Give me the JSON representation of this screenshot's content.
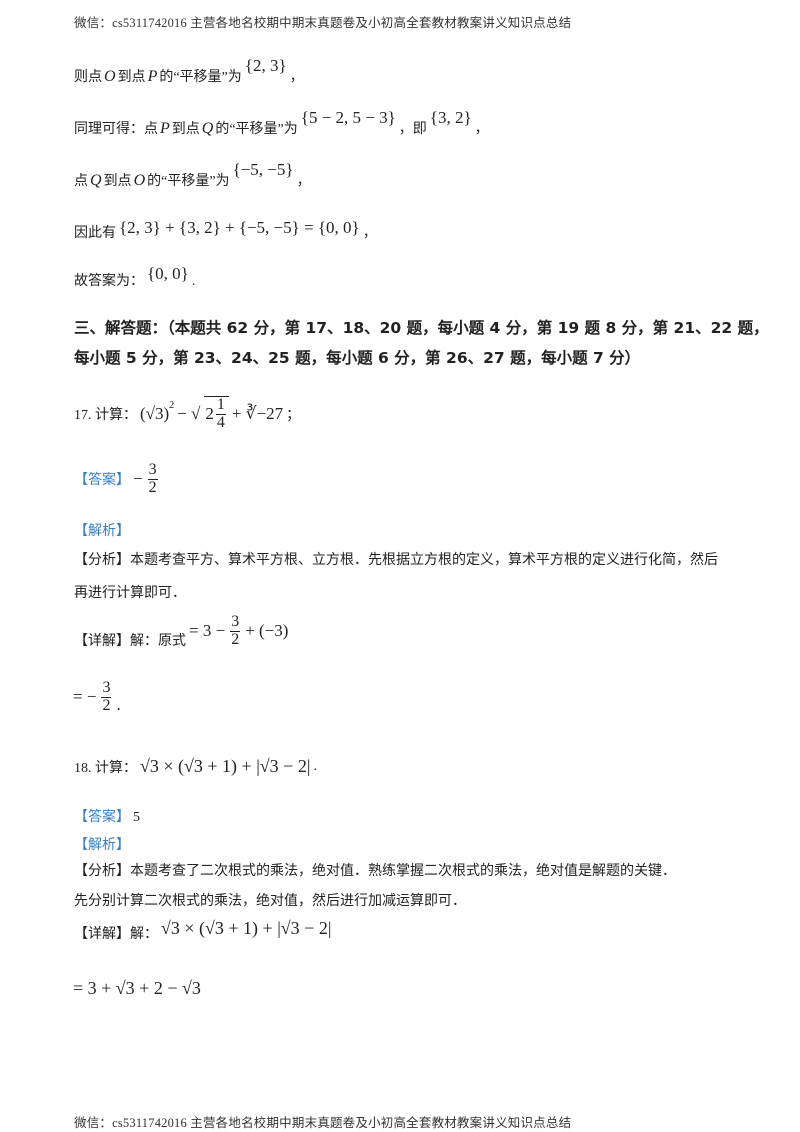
{
  "header": {
    "text": "微信：cs5311742016 主营各地名校期中期末真题卷及小初高全套教材教案讲义知识点总结"
  },
  "footer": {
    "text": "微信：cs5311742016 主营各地名校期中期末真题卷及小初高全套教材教案讲义知识点总结"
  },
  "prev": {
    "l1": {
      "a": "则点",
      "o": "O",
      "b": "到点",
      "p": "P",
      "c": "的“平移量”为",
      "m": "{2, 3}",
      "d": "，"
    },
    "l2": {
      "a": "同理可得：点",
      "p": "P",
      "b": "到点",
      "q": "Q",
      "c": "的“平移量”为",
      "m": "{5 − 2, 5 − 3}",
      "d": "，即",
      "m2": "{3, 2}",
      "e": "，"
    },
    "l3": {
      "a": "点",
      "q": "Q",
      "b": "到点",
      "o": "O",
      "c": "的“平移量”为",
      "m": "{−5, −5}",
      "d": "，"
    },
    "l4": {
      "a": "因此有",
      "m": "{2, 3} + {3, 2} + {−5, −5} = {0, 0}",
      "d": "，"
    },
    "l5": {
      "a": "故答案为：",
      "m": "{0, 0}",
      "d": "."
    }
  },
  "section": {
    "line1": "三、解答题：（本题共 62 分，第 17、18、20 题，每小题 4 分，第 19 题 8 分，第 21、22 题，",
    "line2": "每小题 5 分，第 23、24、25 题，每小题 6 分，第 26、27 题，每小题 7 分）"
  },
  "q17": {
    "label": "17. 计算：",
    "expr_a": "(√3)",
    "expr_sup": "2",
    "expr_b": " − √",
    "mixed_whole": "2",
    "mixed_num": "1",
    "mixed_den": "4",
    "expr_c": " + ∛−27",
    "end": "；",
    "answer_tag": "【答案】",
    "answer_sign": "−",
    "answer_num": "3",
    "answer_den": "2",
    "analysis_tag": "【解析】",
    "fenxi_tag": "【分析】",
    "fenxi_text1": "本题考查平方、算术平方根、立方根．先根据立方根的定义，算术平方根的定义进行化简，然后",
    "fenxi_text2": "再进行计算即可．",
    "xiangjie_tag": "【详解】",
    "xiangjie_text": "解：原式",
    "step1_a": "= 3 −",
    "step1_num": "3",
    "step1_den": "2",
    "step1_b": "+ (−3)",
    "step2_a": "= −",
    "step2_num": "3",
    "step2_den": "2",
    "step2_end": "."
  },
  "q18": {
    "label": "18. 计算：",
    "expr": "√3 × (√3 + 1) + |√3 − 2|",
    "end": ".",
    "answer_tag": "【答案】",
    "answer_value": "5",
    "analysis_tag": "【解析】",
    "fenxi_tag": "【分析】",
    "fenxi_text1": "本题考查了二次根式的乘法，绝对值．熟练掌握二次根式的乘法，绝对值是解题的关键．",
    "fenxi_text2": "先分别计算二次根式的乘法，绝对值，然后进行加减运算即可．",
    "xiangjie_tag": "【详解】",
    "xiangjie_text": "解：",
    "step0": "√3 × (√3 + 1) + |√3 − 2|",
    "step1": "= 3 + √3 + 2 − √3"
  },
  "colors": {
    "tag_blue": "#3a7fc1",
    "text": "#222222"
  }
}
